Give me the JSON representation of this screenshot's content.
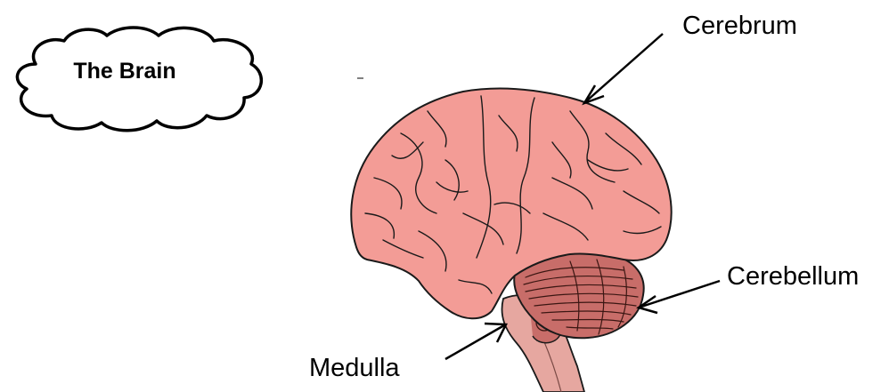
{
  "title": "The Brain",
  "labels": {
    "cerebrum": "Cerebrum",
    "cerebellum": "Cerebellum",
    "medulla": "Medulla"
  },
  "colors": {
    "cerebrum_fill": "#F39C96",
    "cerebellum_fill": "#C86D69",
    "brainstem_fill": "#E6A7A0",
    "outline": "#1A1A1A",
    "label_text": "#000000",
    "background": "#FFFFFF"
  }
}
